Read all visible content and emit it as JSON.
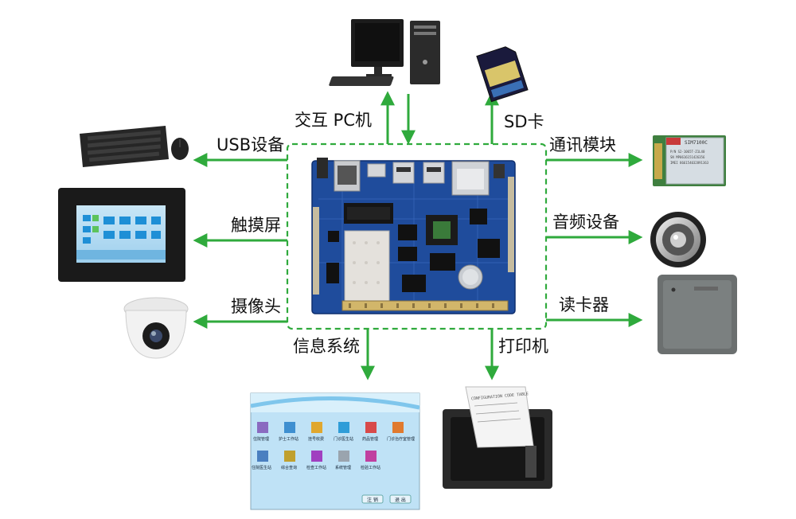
{
  "labels": {
    "pc": "交互 PC机",
    "sd": "SD卡",
    "usb": "USB设备",
    "comm": "通讯模块",
    "touch": "触摸屏",
    "audio": "音频设备",
    "camera": "摄像头",
    "reader": "读卡器",
    "info": "信息系统",
    "printer": "打印机"
  },
  "devices": {
    "sim_module": {
      "line1": "SIM7100C",
      "line2": "P/N S2-1065T-Z1L40",
      "line3": "SN MP0616151426356",
      "line4": "IMEI 866154032891363"
    },
    "hospital_system": {
      "row1": [
        "住院管理",
        "护士工作站",
        "挂号收费",
        "门诊医生站",
        "药品管理",
        "门诊治疗室管理"
      ],
      "row2": [
        "住院医生站",
        "综合查询",
        "检查工作站",
        "系统管理",
        "检验工作站"
      ],
      "buttons": [
        "注 销",
        "退 出"
      ]
    },
    "printer_paper": "CONFIGURATION CODE TABLE"
  },
  "colors": {
    "arrow": "#2faa3c",
    "dashed_border": "#2faa3c",
    "pcb": "#1e4ea0"
  }
}
